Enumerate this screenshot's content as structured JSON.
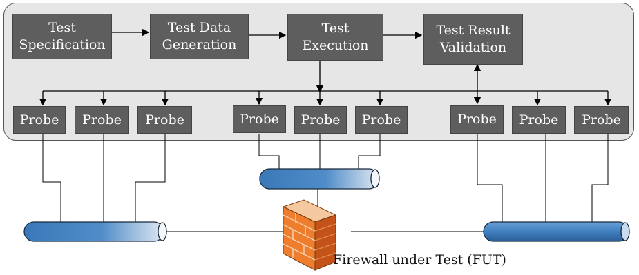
{
  "pipeline": {
    "spec": "Test\nSpecification",
    "datagen": "Test Data\nGeneration",
    "exec": "Test\nExecution",
    "validation": "Test Result\nValidation"
  },
  "probes": [
    "Probe",
    "Probe",
    "Probe",
    "Probe",
    "Probe",
    "Probe",
    "Probe",
    "Probe",
    "Probe"
  ],
  "firewall": {
    "label": "Firewall under Test (FUT)"
  },
  "colors": {
    "box": "#5e5e5e",
    "panel": "#e6e6e6",
    "pipe": "#3f7fc0",
    "firewall": "#e8722a"
  }
}
